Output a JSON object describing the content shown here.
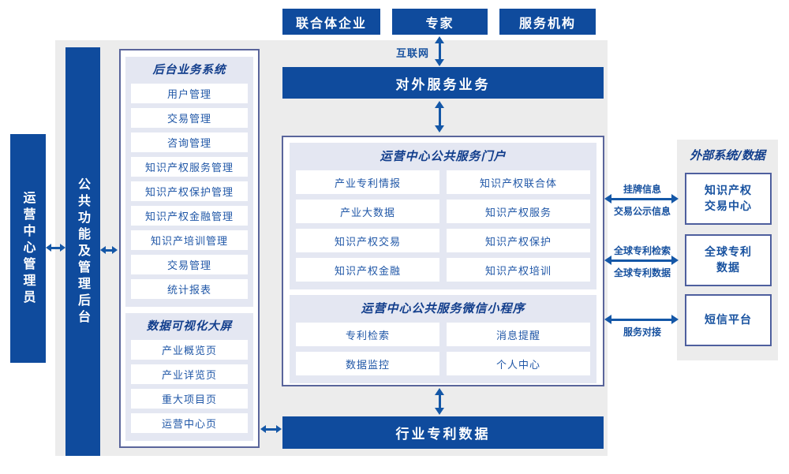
{
  "colors": {
    "primary_blue": "#0f4b9d",
    "panel_border": "#5a659b",
    "section_bg": "#e4e7f2",
    "canvas_gray": "#ececec",
    "arrow_blue": "#1457a7",
    "text_blue": "#17519f"
  },
  "actors": [
    "联合体企业",
    "专家",
    "服务机构"
  ],
  "labels": {
    "internet": "互联网",
    "external_service_bar": "对外服务业务",
    "industry_data_bar": "行业专利数据",
    "admin_bar": "运营中心管理员",
    "backend_bar": "公共功能及管理后台"
  },
  "backend_panel": {
    "title": "后台业务系统",
    "items": [
      "用户管理",
      "交易管理",
      "咨询管理",
      "知识产权服务管理",
      "知识产权保护管理",
      "知识产权金融管理",
      "知识产培训管理",
      "交易管理",
      "统计报表"
    ]
  },
  "dashboard_panel": {
    "title": "数据可视化大屏",
    "items": [
      "产业概览页",
      "产业详览页",
      "重大项目页",
      "运营中心页"
    ]
  },
  "portal_panel": {
    "title": "运营中心公共服务门户",
    "items": [
      "产业专利情报",
      "知识产权联合体",
      "产业大数据",
      "知识产权服务",
      "知识产权交易",
      "知识产权保护",
      "知识产权金融",
      "知识产权培训"
    ]
  },
  "miniprogram_panel": {
    "title": "运营中心公共服务微信小程序",
    "items": [
      "专利检索",
      "消息提醒",
      "数据监控",
      "个人中心"
    ]
  },
  "external_panel": {
    "title": "外部系统/数据",
    "systems": [
      {
        "line1": "知识产权",
        "line2": "交易中心"
      },
      {
        "line1": "全球专利",
        "line2": "数据"
      },
      {
        "line1": "短信平台",
        "line2": ""
      }
    ],
    "links": {
      "l1_top": "挂牌信息",
      "l1_bottom": "交易公示信息",
      "l2_top": "全球专利检索",
      "l2_bottom": "全球专利数据",
      "l3_bottom": "服务对接"
    }
  }
}
